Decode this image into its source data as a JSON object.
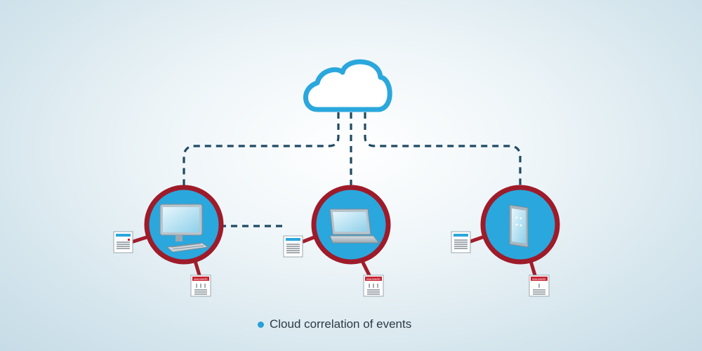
{
  "caption": "Cloud correlation of events",
  "badge_text": "MALWARE",
  "colors": {
    "cloud_stroke": "#2aa7dd",
    "ring": "#9e1b2a",
    "device_fill": "#2aa7dd",
    "connector": "#1f4a63",
    "caption_dot": "#2aa0d8"
  },
  "nodes": [
    {
      "name": "desktop",
      "icon": "desktop-computer-icon"
    },
    {
      "name": "laptop",
      "icon": "laptop-icon"
    },
    {
      "name": "tablet",
      "icon": "tablet-icon"
    }
  ]
}
